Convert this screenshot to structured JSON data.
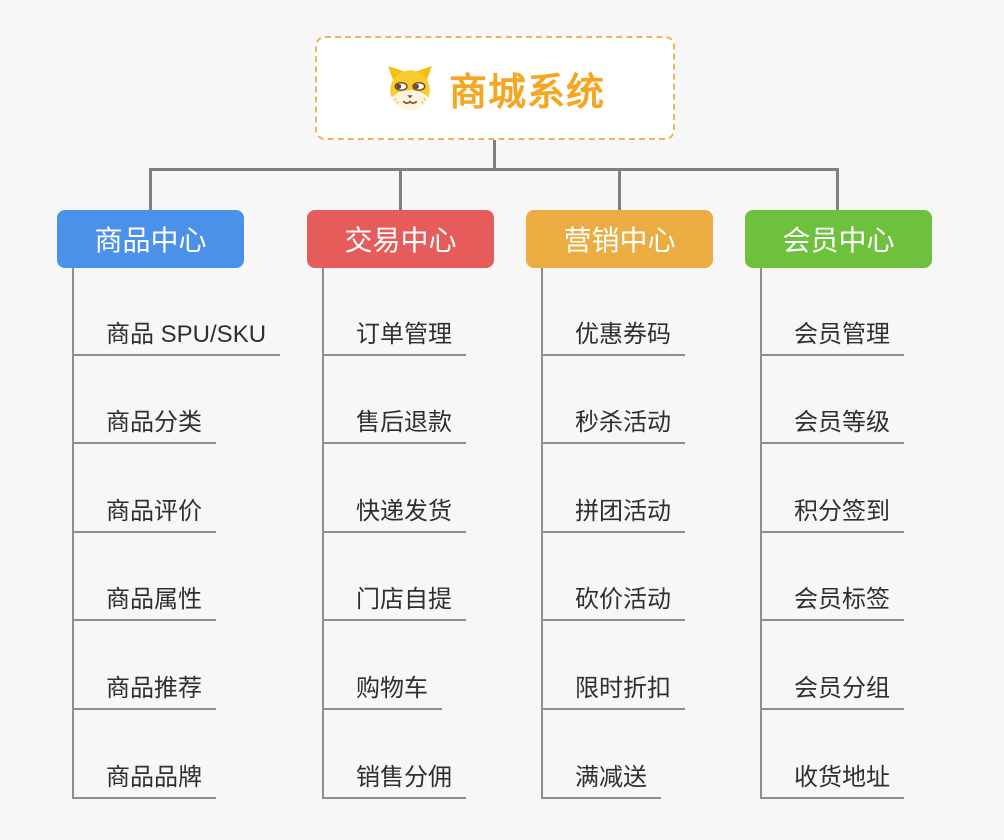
{
  "root": {
    "title": "商城系统",
    "icon": "shiba-dog-icon",
    "accent_color": "#F5A623",
    "border_color": "#F0B35C",
    "background": "#FFFFFF"
  },
  "canvas_background": "#F7F7F7",
  "connector_color": "#808080",
  "leaf_line_color": "#8F8F8F",
  "leaf_text_color": "#2F2F2F",
  "branches": [
    {
      "label": "商品中心",
      "color": "#4B91E9",
      "items": [
        "商品 SPU/SKU",
        "商品分类",
        "商品评价",
        "商品属性",
        "商品推荐",
        "商品品牌"
      ]
    },
    {
      "label": "交易中心",
      "color": "#E65C5B",
      "items": [
        "订单管理",
        "售后退款",
        "快递发货",
        "门店自提",
        "购物车",
        "销售分佣"
      ]
    },
    {
      "label": "营销中心",
      "color": "#EBAD41",
      "items": [
        "优惠券码",
        "秒杀活动",
        "拼团活动",
        "砍价活动",
        "限时折扣",
        "满减送"
      ]
    },
    {
      "label": "会员中心",
      "color": "#6EC13C",
      "items": [
        "会员管理",
        "会员等级",
        "积分签到",
        "会员标签",
        "会员分组",
        "收货地址"
      ]
    }
  ]
}
